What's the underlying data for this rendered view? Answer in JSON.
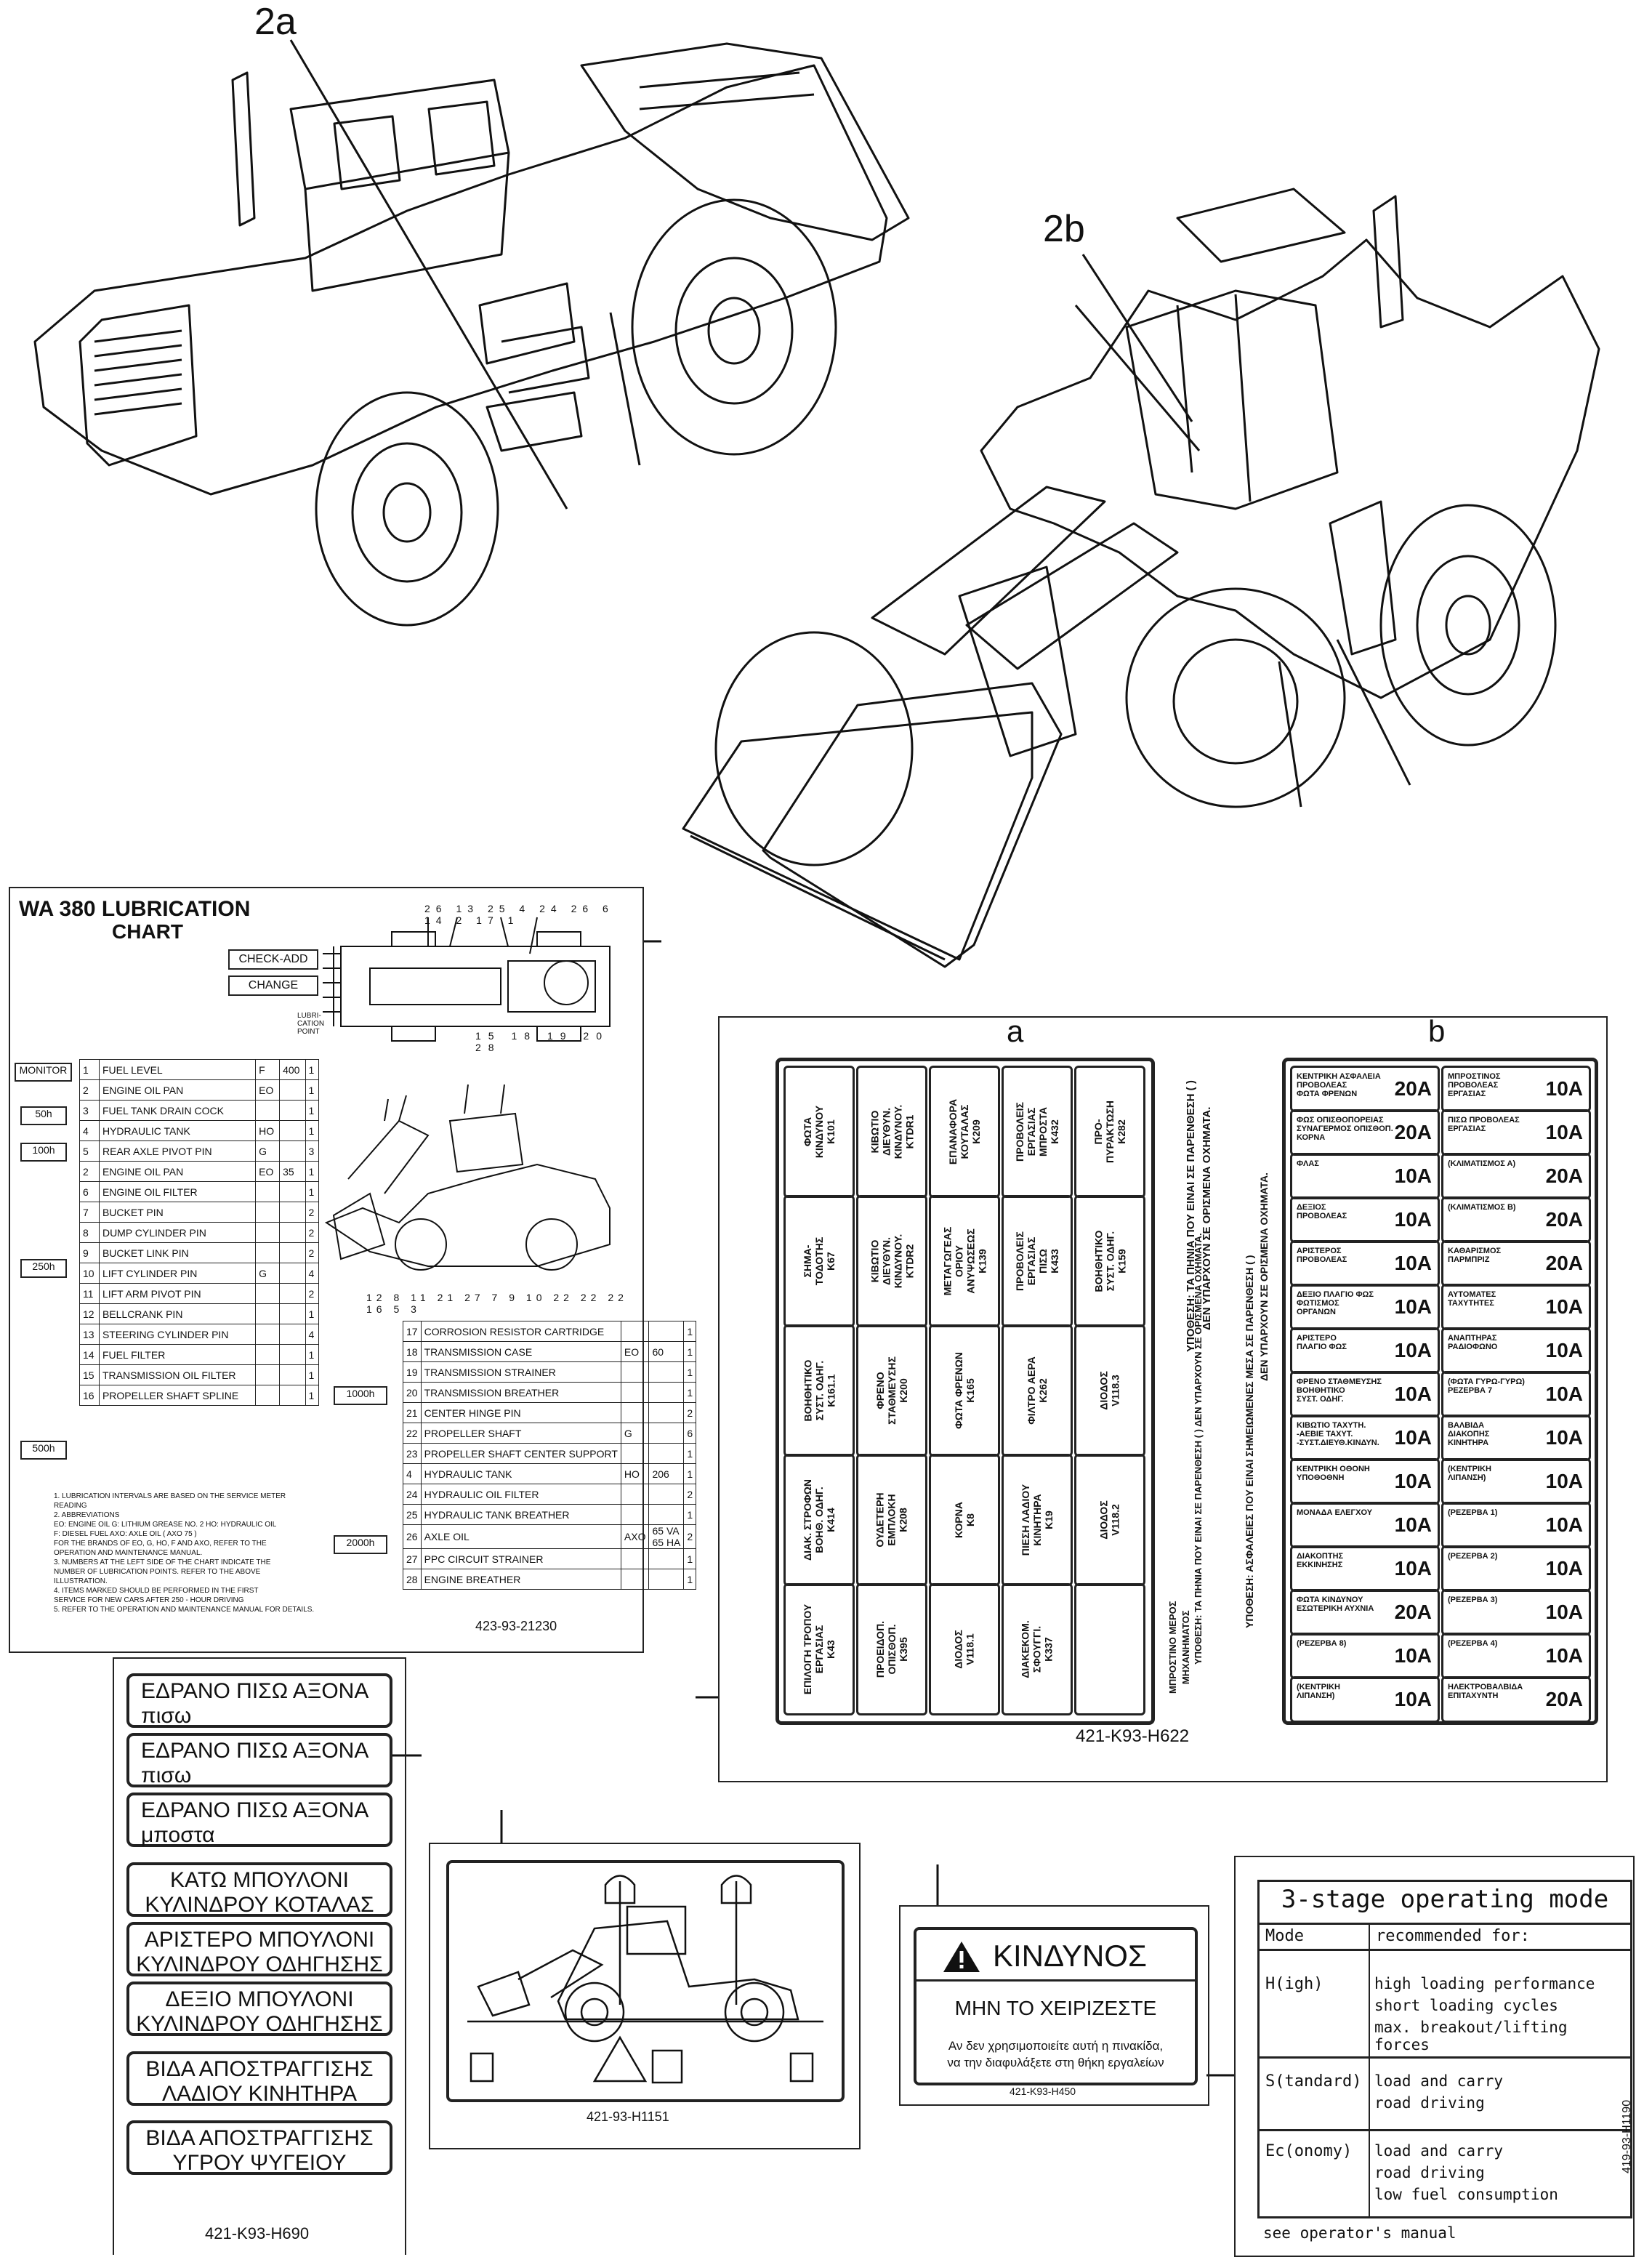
{
  "callouts": {
    "view_2a": "2a",
    "view_2b": "2b",
    "label_a": "a",
    "label_b": "b"
  },
  "lube_chart": {
    "title_line1": "WA 380  LUBRICATION",
    "title_line2": "CHART",
    "check_add": "CHECK-ADD",
    "change": "CHANGE",
    "lubrication_point": "LUBRI-\nCATION\nPOINT",
    "diagram_numbers_top": [
      "26",
      "13",
      "25",
      "4",
      "24",
      "26",
      "6",
      "14",
      "2",
      "17",
      "1"
    ],
    "diagram_numbers_bottom": [
      "15",
      "18",
      "19",
      "20",
      "28"
    ],
    "diagram_numbers_side": [
      "12",
      "8",
      "11",
      "21",
      "27",
      "7",
      "9",
      "10",
      "22",
      "22",
      "22",
      "16",
      "5",
      "3"
    ],
    "intervals_left": [
      "MONITOR",
      "50h",
      "100h",
      "250h",
      "500h"
    ],
    "intervals_right": [
      "1000h",
      "2000h"
    ],
    "rows_left": [
      {
        "no": "1",
        "item": "FUEL LEVEL",
        "code": "F",
        "qty": "400",
        "pts": "1"
      },
      {
        "no": "2",
        "item": "ENGINE OIL PAN",
        "code": "EO",
        "qty": "",
        "pts": "1"
      },
      {
        "no": "3",
        "item": "FUEL TANK DRAIN COCK",
        "code": "",
        "qty": "",
        "pts": "1"
      },
      {
        "no": "4",
        "item": "HYDRAULIC TANK",
        "code": "HO",
        "qty": "",
        "pts": "1"
      },
      {
        "no": "5",
        "item": "REAR AXLE PIVOT PIN",
        "code": "G",
        "qty": "",
        "pts": "3"
      },
      {
        "no": "2",
        "item": "ENGINE OIL PAN",
        "code": "EO",
        "qty": "35",
        "pts": "1"
      },
      {
        "no": "6",
        "item": "ENGINE OIL FILTER",
        "code": "",
        "qty": "",
        "pts": "1"
      },
      {
        "no": "7",
        "item": "BUCKET PIN",
        "code": "",
        "qty": "",
        "pts": "2"
      },
      {
        "no": "8",
        "item": "DUMP CYLINDER PIN",
        "code": "",
        "qty": "",
        "pts": "2"
      },
      {
        "no": "9",
        "item": "BUCKET LINK PIN",
        "code": "",
        "qty": "",
        "pts": "2"
      },
      {
        "no": "10",
        "item": "LIFT CYLINDER PIN",
        "code": "G",
        "qty": "",
        "pts": "4"
      },
      {
        "no": "11",
        "item": "LIFT ARM PIVOT PIN",
        "code": "",
        "qty": "",
        "pts": "2"
      },
      {
        "no": "12",
        "item": "BELLCRANK PIN",
        "code": "",
        "qty": "",
        "pts": "1"
      },
      {
        "no": "13",
        "item": "STEERING CYLINDER PIN",
        "code": "",
        "qty": "",
        "pts": "4"
      },
      {
        "no": "14",
        "item": "FUEL FILTER",
        "code": "",
        "qty": "",
        "pts": "1"
      },
      {
        "no": "15",
        "item": "TRANSMISSION OIL FILTER",
        "code": "",
        "qty": "",
        "pts": "1"
      },
      {
        "no": "16",
        "item": "PROPELLER SHAFT SPLINE",
        "code": "",
        "qty": "",
        "pts": "1"
      }
    ],
    "rows_right": [
      {
        "no": "17",
        "item": "CORROSION RESISTOR CARTRIDGE",
        "code": "",
        "qty": "",
        "pts": "1"
      },
      {
        "no": "18",
        "item": "TRANSMISSION CASE",
        "code": "EO",
        "qty": "60",
        "pts": "1"
      },
      {
        "no": "19",
        "item": "TRANSMISSION STRAINER",
        "code": "",
        "qty": "",
        "pts": "1"
      },
      {
        "no": "20",
        "item": "TRANSMISSION BREATHER",
        "code": "",
        "qty": "",
        "pts": "1"
      },
      {
        "no": "21",
        "item": "CENTER HINGE PIN",
        "code": "",
        "qty": "",
        "pts": "2"
      },
      {
        "no": "22",
        "item": "PROPELLER SHAFT",
        "code": "G",
        "qty": "",
        "pts": "6"
      },
      {
        "no": "23",
        "item": "PROPELLER SHAFT CENTER SUPPORT",
        "code": "",
        "qty": "",
        "pts": "1"
      },
      {
        "no": "4",
        "item": "HYDRAULIC TANK",
        "code": "HO",
        "qty": "206",
        "pts": "1"
      },
      {
        "no": "24",
        "item": "HYDRAULIC OIL FILTER",
        "code": "",
        "qty": "",
        "pts": "2"
      },
      {
        "no": "25",
        "item": "HYDRAULIC TANK BREATHER",
        "code": "",
        "qty": "",
        "pts": "1"
      },
      {
        "no": "26",
        "item": "AXLE OIL",
        "code": "AXO",
        "qty": "65 VA\n65 HA",
        "pts": "2"
      },
      {
        "no": "27",
        "item": "PPC CIRCUIT STRAINER",
        "code": "",
        "qty": "",
        "pts": "1"
      },
      {
        "no": "28",
        "item": "ENGINE BREATHER",
        "code": "",
        "qty": "",
        "pts": "1"
      }
    ],
    "notes": [
      "1.  LUBRICATION INTERVALS ARE BASED ON THE SERVICE METER",
      "     READING",
      "2.  ABBREVIATIONS",
      "     EO: ENGINE OIL   G: LITHIUM GREASE NO. 2  HO: HYDRAULIC OIL",
      "     F: DIESEL FUEL  AXO: AXLE OIL ( AXO 75 )",
      "     FOR THE BRANDS OF EO, G, HO, F AND AXO, REFER TO THE",
      "     OPERATION AND MAINTENANCE MANUAL.",
      "3.  NUMBERS AT THE LEFT SIDE OF THE CHART INDICATE THE",
      "     NUMBER OF LUBRICATION POINTS. REFER TO THE ABOVE",
      "     ILLUSTRATION.",
      "4.  ITEMS MARKED SHOULD BE PERFORMED IN THE FIRST",
      "     SERVICE FOR NEW CARS AFTER 250 - HOUR DRIVING",
      "5.  REFER TO THE OPERATION AND MAINTENANCE MANUAL FOR DETAILS."
    ],
    "part_code": "423-93-21230"
  },
  "fuse_panel": {
    "part_code": "421-K93-H622",
    "a_cells": [
      [
        "ΦΩΤΑ\nΚΙΝΔΥΝΟΥ\nK101",
        "ΚΙΒΩΤΙΟ\nΔΙΕΥΘΥΝ.\nΚΙΝΔΥΝΟΥ.\nKTDR1",
        "ΕΠΑΝΑΦΟΡΑ\nΚΟΥΤΑΛΑΣ\nK209",
        "ΠΡΟΒΟΛΕΙΣ\nΕΡΓΑΣΙΑΣ\nΜΠΡΟΣΤΑ\nK432",
        "ΠΡΟ-\nΠΥΡΑΚΤΩΣΗ\nK282"
      ],
      [
        "ΣΗΜΑ-\nΤΟΔΟΤΗΣ\nK67",
        "ΚΙΒΩΤΙΟ\nΔΙΕΥΘΥΝ.\nΚΙΝΔΥΝΟΥ.\nKTDR2",
        "ΜΕΤΑΓΩΓΕΑΣ\nΟΡΙΟΥ\nΑΝΥΨΩΣΕΩΣ\nK139",
        "ΠΡΟΒΟΛΕΙΣ\nΕΡΓΑΣΙΑΣ\nΠΙΣΩ\nK433",
        "ΒΟΗΘΗΤΙΚΟ\nΣΥΣΤ. ΟΔΗΓ.\nK159"
      ],
      [
        "ΒΟΗΘΗΤΙΚΟ\nΣΥΣΤ. ΟΔΗΓ.\nK161.1",
        "ΦΡΕΝΟ\nΣΤΑΘΜΕΥΣΗΣ\nK200",
        "ΦΩΤΑ ΦΡΕΝΩΝ\nK165",
        "ΦΙΛΤΡΟ ΑΕΡΑ\nK262",
        "ΔΙΟΔΟΣ\nV118.3"
      ],
      [
        "ΔΙΑΚ. ΣΤΡΟΦΩΝ\nΒΟΗΘ. ΟΔΗΓ.\nK414",
        "ΟΥΔΕΤΕΡΗ\nΕΜΠΛΟΚΗ\nK208",
        "ΚΟΡΝΑ\nK8",
        "ΠΙΕΣΗ ΛΑΔΙΟΥ\nΚΙΝΗΤΗΡΑ\nK19",
        "ΔΙΟΔΟΣ\nV118.2"
      ],
      [
        "ΕΠΙΛΟΓΗ ΤΡΟΠΟΥ\nΕΡΓΑΣΙΑΣ\nK43",
        "ΠΡΟΕΙΔΟΠ.\nΟΠΙΣΘΟΠ.\nK395",
        "ΔΙΟΔΟΣ\nV118.1",
        "ΔΙΑΚΕΚΟΜ.\nΣΦΟΥΓΓΙ.\nK337",
        ""
      ]
    ],
    "a_note_top": "ΥΠΟΘΕΣΗ: ΤΑ ΠΗΝΙΑ ΠΟΥ ΕΙΝΑΙ ΣΕ ΠΑΡΕΝΘΕΣΗ ( )",
    "a_note_bottom": "ΔΕΝ ΥΠΑΡΧΟΥΝ ΣΕ ΟΡΙΣΜΕΝΑ ΟΧΗΜΑΤΑ.",
    "a_note_lower": "ΥΠΟΘΕΣΗ: ΤΑ ΠΗΝΙΑ ΠΟΥ ΕΙΝΑΙ ΣΕ ΠΑΡΕΝΘΕΣΗ ( )  ΔΕΝ ΥΠΑΡΧΟΥΝ ΣΕ ΟΡΙΣΜΕΝΑ ΟΧΗΜΑΤΑ.",
    "front_label": "ΜΠΡΟΣΤΙΝΟ ΜΕΡΟΣ\nΜΗΧΑΝΗΜΑΤΟΣ",
    "b_note": "ΥΠΟΘΕΣΗ: ΑΣΦΑΛΕΙΕΣ ΠΟΥ ΕΙΝΑΙ ΣΗΜΕΙΩΜΕΝΕΣ ΜΕΣΑ ΣΕ ΠΑΡΕΝΘΕΣΗ ( )",
    "b_note2": "ΔΕΝ ΥΠΑΡΧΟΥΝ ΣΕ ΟΡΙΣΜΕΝΑ ΟΧΗΜΑΤΑ.",
    "b_left": [
      {
        "label": "ΚΕΝΤΡΙΚΗ ΑΣΦΑΛΕΙΑ\nΠΡΟΒΟΛΕΑΣ\nΦΩΤΑ ΦΡΕΝΩΝ",
        "amp": "20A"
      },
      {
        "label": "ΦΩΣ ΟΠΙΣΘΟΠΟΡΕΙΑΣ\nΣΥΝΑΓΕΡΜΟΣ ΟΠΙΣΘΟΠ.\nΚΟΡΝΑ",
        "amp": "20A"
      },
      {
        "label": "ΦΛΑΣ",
        "amp": "10A"
      },
      {
        "label": "ΔΕΞΙΟΣ\nΠΡΟΒΟΛΕΑΣ",
        "amp": "10A"
      },
      {
        "label": "ΑΡΙΣΤΕΡΟΣ\nΠΡΟΒΟΛΕΑΣ",
        "amp": "10A"
      },
      {
        "label": "ΔΕΞΙΟ ΠΛΑΓΙΟ ΦΩΣ\nΦΩΤΙΣΜΟΣ\nΟΡΓΑΝΩΝ",
        "amp": "10A"
      },
      {
        "label": "ΑΡΙΣΤΕΡΟ\nΠΛΑΓΙΟ ΦΩΣ",
        "amp": "10A"
      },
      {
        "label": "ΦΡΕΝΟ ΣΤΑΘΜΕΥΣΗΣ\nΒΟΗΘΗΤΙΚΟ\nΣΥΣΤ. ΟΔΗΓ.",
        "amp": "10A"
      },
      {
        "label": "ΚΙΒΩΤΙΟ ΤΑΧΥΤΗ.\n-ΑΕΒΙΕ ΤΑΧΥΤ.\n-ΣΥΣΤ.ΔΙΕΥΘ.ΚΙΝΔΥΝ.",
        "amp": "10A"
      },
      {
        "label": "ΚΕΝΤΡΙΚΗ ΟΘΟΝΗ\nΥΠΟΘΟΘΝΗ",
        "amp": "10A"
      },
      {
        "label": "ΜΟΝΑΔΑ ΕΛΕΓΧΟΥ",
        "amp": "10A"
      },
      {
        "label": "ΔΙΑΚΟΠΤΗΣ\nΕΚΚΙΝΗΣΗΣ",
        "amp": "10A"
      },
      {
        "label": "ΦΩΤΑ ΚΙΝΔΥΝΟΥ\nΕΣΩΤΕΡΙΚΗ ΑΥΧΝΙΑ",
        "amp": "20A"
      },
      {
        "label": "(ΡΕΖΕΡΒΑ 8)",
        "amp": "10A"
      },
      {
        "label": "(ΚΕΝΤΡΙΚΗ\nΛΙΠΑΝΣΗ)",
        "amp": "10A"
      }
    ],
    "b_right": [
      {
        "label": "ΜΠΡΟΣΤΙΝΟΣ\nΠΡΟΒΟΛΕΑΣ\nΕΡΓΑΣΙΑΣ",
        "amp": "10A"
      },
      {
        "label": "ΠΙΣΩ ΠΡΟΒΟΛΕΑΣ\nΕΡΓΑΣΙΑΣ",
        "amp": "10A"
      },
      {
        "label": "(ΚΛΙΜΑΤΙΣΜΟΣ Α)",
        "amp": "20A"
      },
      {
        "label": "(ΚΛΙΜΑΤΙΣΜΟΣ Β)",
        "amp": "20A"
      },
      {
        "label": "ΚΑΘΑΡΙΣΜΟΣ\nΠΑΡΜΠΡΙΖ",
        "amp": "20A"
      },
      {
        "label": "ΑΥΤΟΜΑΤΕΣ\nΤΑΧΥΤΗΤΕΣ",
        "amp": "10A"
      },
      {
        "label": "ΑΝΑΠΤΗΡΑΣ\nΡΑΔΙΟΦΩΝΟ",
        "amp": "10A"
      },
      {
        "label": "(ΦΩΤΑ ΓΥΡΩ-ΓΥΡΩ)\nΡΕΖΕΡΒΑ 7",
        "amp": "10A"
      },
      {
        "label": "ΒΑΛΒΙΔΑ\nΔΙΑΚΟΠΗΣ\nΚΙΝΗΤΗΡΑ",
        "amp": "10A"
      },
      {
        "label": "(ΚΕΝΤΡΙΚΗ\nΛΙΠΑΝΣΗ)",
        "amp": "10A"
      },
      {
        "label": "(ΡΕΖΕΡΒΑ 1)",
        "amp": "10A"
      },
      {
        "label": "(ΡΕΖΕΡΒΑ 2)",
        "amp": "10A"
      },
      {
        "label": "(ΡΕΖΕΡΒΑ 3)",
        "amp": "10A"
      },
      {
        "label": "(ΡΕΖΕΡΒΑ 4)",
        "amp": "10A"
      },
      {
        "label": "ΗΛΕΚΤΡΟΒΑΛΒΙΔΑ\nΕΠΙΤΑΧΥΝΤΗ",
        "amp": "20A"
      }
    ]
  },
  "greek_labels": {
    "items": [
      [
        "ΕΔΡΑΝΟ ΠΙΣΩ ΑΞΟΝΑ",
        "πισω"
      ],
      [
        "ΕΔΡΑΝΟ ΠΙΣΩ ΑΞΟΝΑ",
        "πισω"
      ],
      [
        "ΕΔΡΑΝΟ ΠΙΣΩ ΑΞΟΝΑ",
        "μποστα"
      ],
      [
        "ΚΑΤΩ ΜΠΟΥΛΟΝΙ",
        "ΚΥΛΙΝΔΡΟΥ ΚΟΤΑΛΑΣ"
      ],
      [
        "ΑΡΙΣΤΕΡΟ ΜΠΟΥΛΟΝΙ",
        "ΚΥΛΙΝΔΡΟΥ ΟΔΗΓΗΣΗΣ"
      ],
      [
        "ΔΕΞΙΟ  ΜΠΟΥΛΟΝΙ",
        "ΚΥΛΙΝΔΡΟΥ ΟΔΗΓΗΣΗΣ"
      ],
      [
        "ΒΙΔΑ ΑΠΟΣΤΡΑΓΓΙΣΗΣ",
        "ΛΑΔΙΟΥ ΚΙΝΗΤΗΡΑ"
      ],
      [
        "ΒΙΔΑ ΑΠΟΣΤΡΑΓΓΙΣΗΣ",
        "ΥΓΡΟΥ ΨΥΓΕΙΟΥ"
      ]
    ],
    "part_code": "421-K93-H690"
  },
  "lift_decal": {
    "part_code": "421-93-H1151"
  },
  "warning": {
    "title": "ΚΙΝΔΥΝΟΣ",
    "subtitle": "ΜΗΝ ΤΟ ΧΕΙΡΙΖΕΣΤΕ",
    "line1": "Αν δεν χρησιμοποιείτε αυτή η πινακίδα,",
    "line2": "να την διαφυλάξετε στη θήκη εργαλείων",
    "part_code": "421-K93-H450"
  },
  "operating_mode": {
    "title": "3-stage operating mode",
    "col_mode": "Mode",
    "col_rec": "recommended for:",
    "high": "H(igh)",
    "high_items": [
      "high loading performance",
      "short loading cycles",
      "max. breakout/lifting forces"
    ],
    "standard": "S(tandard)",
    "standard_items": [
      "load and carry",
      "road driving"
    ],
    "economy": "Ec(onomy)",
    "economy_items": [
      "load and carry",
      "road driving",
      "low fuel consumption"
    ],
    "footer": "see operator's manual",
    "part_code": "419-93-H1190"
  }
}
